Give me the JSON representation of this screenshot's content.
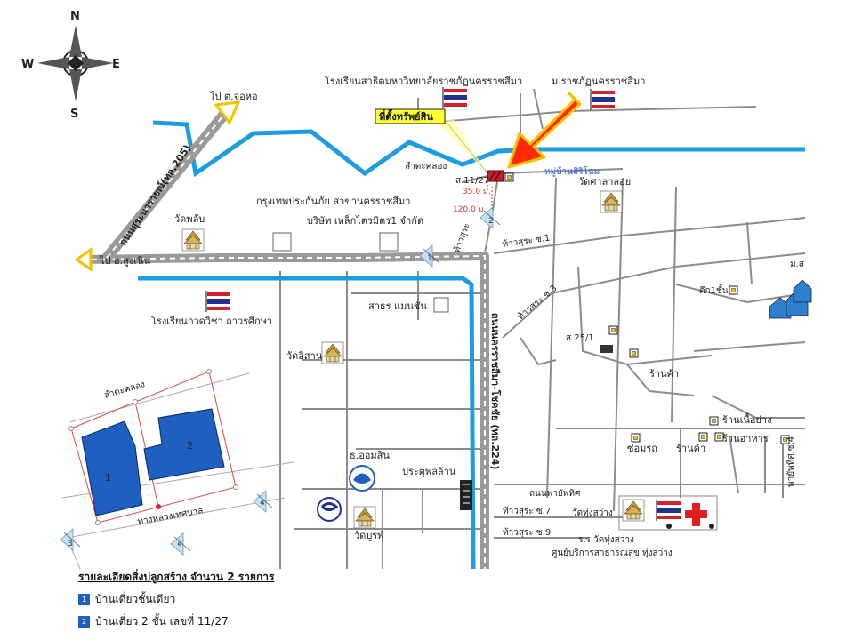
{
  "compass": {
    "n": "N",
    "s": "S",
    "e": "E",
    "w": "W"
  },
  "roads": {
    "to_chohor": "ไป ต.จอหอ",
    "to_sungnoen": "ไป อ.สูงเนิน",
    "suranarai_road": "ถนนสุระนารายณ์(ทล.205)",
    "korat_chokchai_road": "ถนนนครราชสีมา-โชคชัย (ทล.224)",
    "phayapakdi_road": "ถนนพายัพทิศ",
    "phayapakdi_4": "พายัพทิศ.ซ.4",
    "thaosura": "ท้าวสุระ",
    "thaosura_1": "ท้าวสุระ ซ.1",
    "thaosura_3": "ท้าวสุระ ซ.3",
    "thaosura_7": "ท้าวสุระ ซ.7",
    "thaosura_9": "ท้าวสุระ ซ.9"
  },
  "places": {
    "demo_school": "โรงเรียนสาธิตมหาวิทยาลัยราชภัฏนครราชสีมา",
    "rajabhat_uni": "ม.ราชภัฏนครราชสีมา",
    "property": "ที่ตั้งทรัพย์สิน",
    "canal": "ลำตะคลอง",
    "village": "หมู่บ้านสิริโฉม",
    "plot_id": "ส.11/27",
    "dist_1": "35.0 ม.",
    "dist_2": "120.0 ม.",
    "insurance": "กรุงเทพประกันภัย สาขานครราชสีมา",
    "steel_company": "บริษัท เหล็กไตรมิตร1 จำกัด",
    "wat_phlap": "วัดพลับ",
    "wat_sala_loi": "วัดศาลาลอย",
    "school_kawi": "โรงเรียนกวดวิชา ถาวรศึกษา",
    "mansion": "สาธร แมนชั่น",
    "wat_isan": "วัดอิสาน",
    "gsb_bank": "ธ.ออมสิน",
    "phon_lan_gate": "ประตูพลล้าน",
    "wat_bun": "วัดบูรพ์",
    "wat_thung_sawang": "วัดทุ่งสว่าง",
    "school_thung_sawang": "ร.ร.วัดทุ่งสว่าง",
    "health_center": "ศูนย์บริการสาธารณสุข ทุ่งสว่าง",
    "one_storey": "ตึก1ชั้น",
    "shop": "ร้านค้า",
    "shop_2": "ร้านค้า",
    "plot_25": "ส.25/1",
    "restaurant_grill": "ร้านเนื้อย่าง",
    "restaurant": "ร้านอาหาร",
    "car_repair": "ซ่อมรถ",
    "m_label": "ม.ส"
  },
  "inset": {
    "canal": "ลำตะคลอง",
    "lane": "ทางหลวงเทศบาล",
    "bldg_1": "1",
    "bldg_2": "2",
    "ctl_3": "3",
    "ctl_4": "4",
    "ctl_5": "5"
  },
  "control_points": {
    "p1": "1",
    "p2": "2"
  },
  "legend": {
    "title": "รายละเอียดสิ่งปลูกสร้าง  จำนวน 2 รายการ",
    "items": [
      {
        "num": "1",
        "label": "บ้านเดี่ยวชั้นเดียว"
      },
      {
        "num": "2",
        "label": "บ้านเดี่ยว 2 ชั้น เลขที่ 11/27"
      }
    ]
  },
  "colors": {
    "river": "#1e9ce0",
    "road": "#9a9a9a",
    "arrow": "#ff2a00",
    "callout": "#ffff33",
    "building": "#1f5fbf",
    "flag_blue": "#24308f",
    "flag_red": "#d4202a",
    "cross": "#e02020"
  }
}
